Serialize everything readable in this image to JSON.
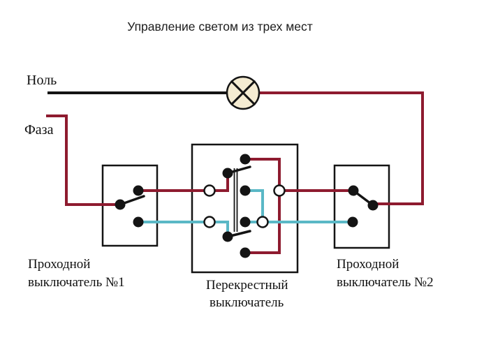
{
  "title": "Управление светом из трех мест",
  "labels": {
    "neutral": "Ноль",
    "phase": "Фаза",
    "switch1_line1": "Проходной",
    "switch1_line2": "выключатель №1",
    "crossover_line1": "Перекрестный",
    "crossover_line2": "выключатель",
    "switch2_line1": "Проходной",
    "switch2_line2": "выключатель №2"
  },
  "components": {
    "lamp": "lamp-symbol",
    "switch1": "two-way-switch-1",
    "crossover": "crossover-switch",
    "switch2": "two-way-switch-2"
  },
  "colors": {
    "background": "#ffffff",
    "outline": "#141414",
    "neutral_wire": "#141414",
    "phase_wire": "#8e1b2f",
    "traveler_wire": "#5ab8c6",
    "lamp_fill": "#f5ecd2"
  }
}
